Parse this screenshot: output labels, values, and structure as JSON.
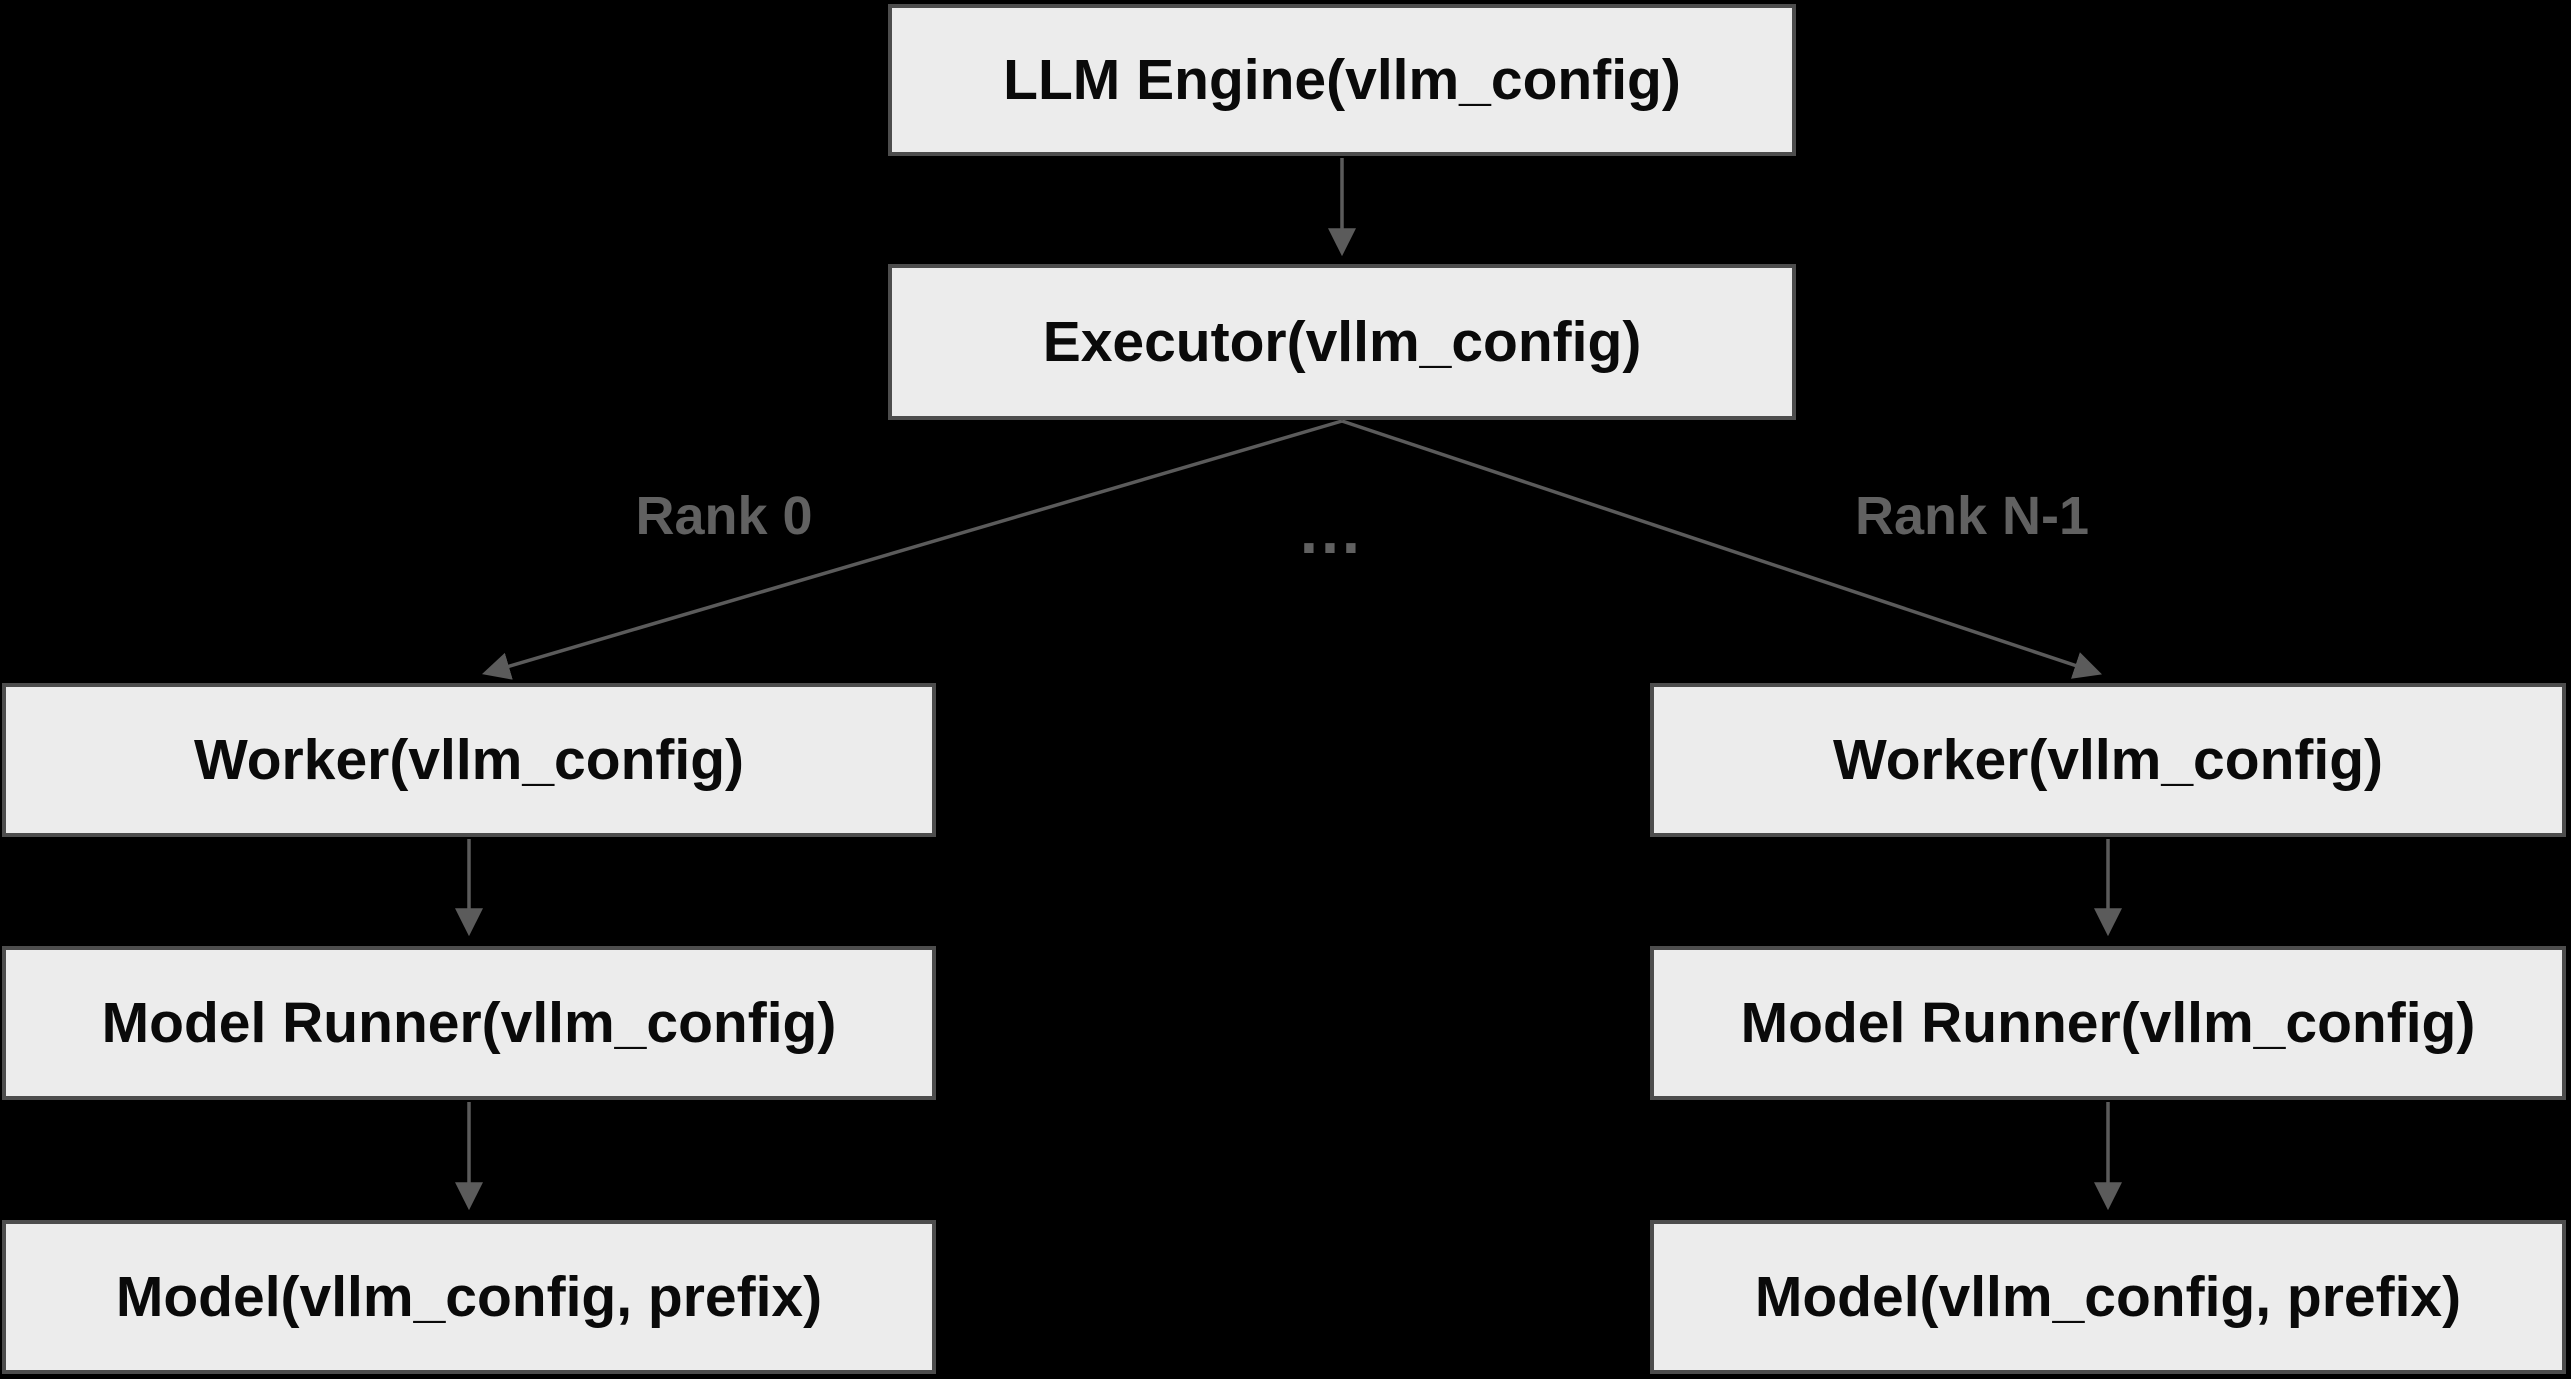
{
  "diagram": {
    "colors": {
      "background": "#000000",
      "box_fill": "#ececec",
      "box_border": "#4d4d4d",
      "arrow": "#5b5b5b",
      "edge_label": "#616161",
      "box_text": "#0a0a0a"
    },
    "nodes": {
      "llm_engine": "LLM Engine(vllm_config)",
      "executor": "Executor(vllm_config)",
      "worker_left": "Worker(vllm_config)",
      "worker_right": "Worker(vllm_config)",
      "model_runner_left": "Model Runner(vllm_config)",
      "model_runner_right": "Model Runner(vllm_config)",
      "model_left": "Model(vllm_config, prefix)",
      "model_right": "Model(vllm_config, prefix)"
    },
    "edge_labels": {
      "rank_0": "Rank 0",
      "ellipsis": "…",
      "rank_n_1": "Rank N-1"
    }
  }
}
